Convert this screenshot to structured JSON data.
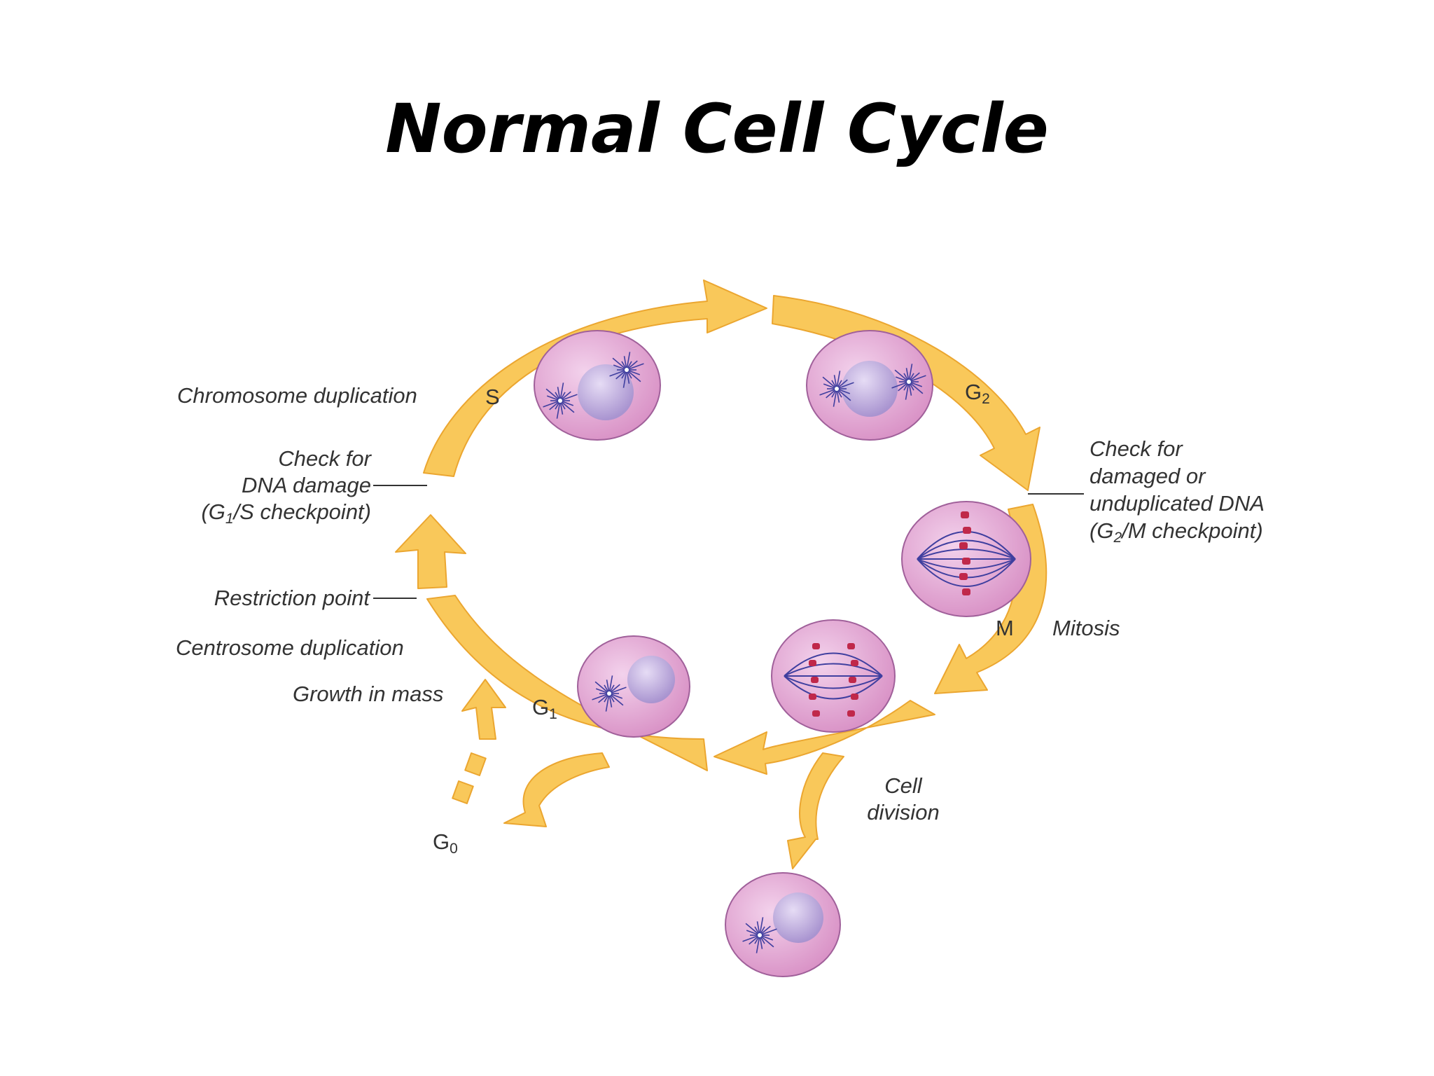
{
  "title": "Normal Cell Cycle",
  "colors": {
    "arrow": "#f9c85a",
    "arrow_edge": "#eba630",
    "cell": "#e6a9d4",
    "cell_edge": "#a0609a",
    "nucleus": "#c7b5e4",
    "spindle": "#3f3f9f",
    "chromosome": "#c0284a"
  },
  "phases": {
    "s": "S",
    "g2_main": "G",
    "g2_sub": "2",
    "m": "M",
    "g1_main": "G",
    "g1_sub": "1",
    "g0_main": "G",
    "g0_sub": "0"
  },
  "labels": {
    "chromosome_duplication": "Chromosome duplication",
    "g1s_line1": "Check for",
    "g1s_line2": "DNA damage",
    "g1s_open": "(G",
    "g1s_sub": "1",
    "g1s_close": "/S checkpoint)",
    "restriction_point": "Restriction point",
    "centrosome_duplication": "Centrosome duplication",
    "growth_in_mass": "Growth in mass",
    "g2m_line1": "Check for",
    "g2m_line2": "damaged or",
    "g2m_line3": "unduplicated DNA",
    "g2m_open": "(G",
    "g2m_sub": "2",
    "g2m_close": "/M checkpoint)",
    "mitosis": "Mitosis",
    "cell_division_1": "Cell",
    "cell_division_2": "division"
  }
}
